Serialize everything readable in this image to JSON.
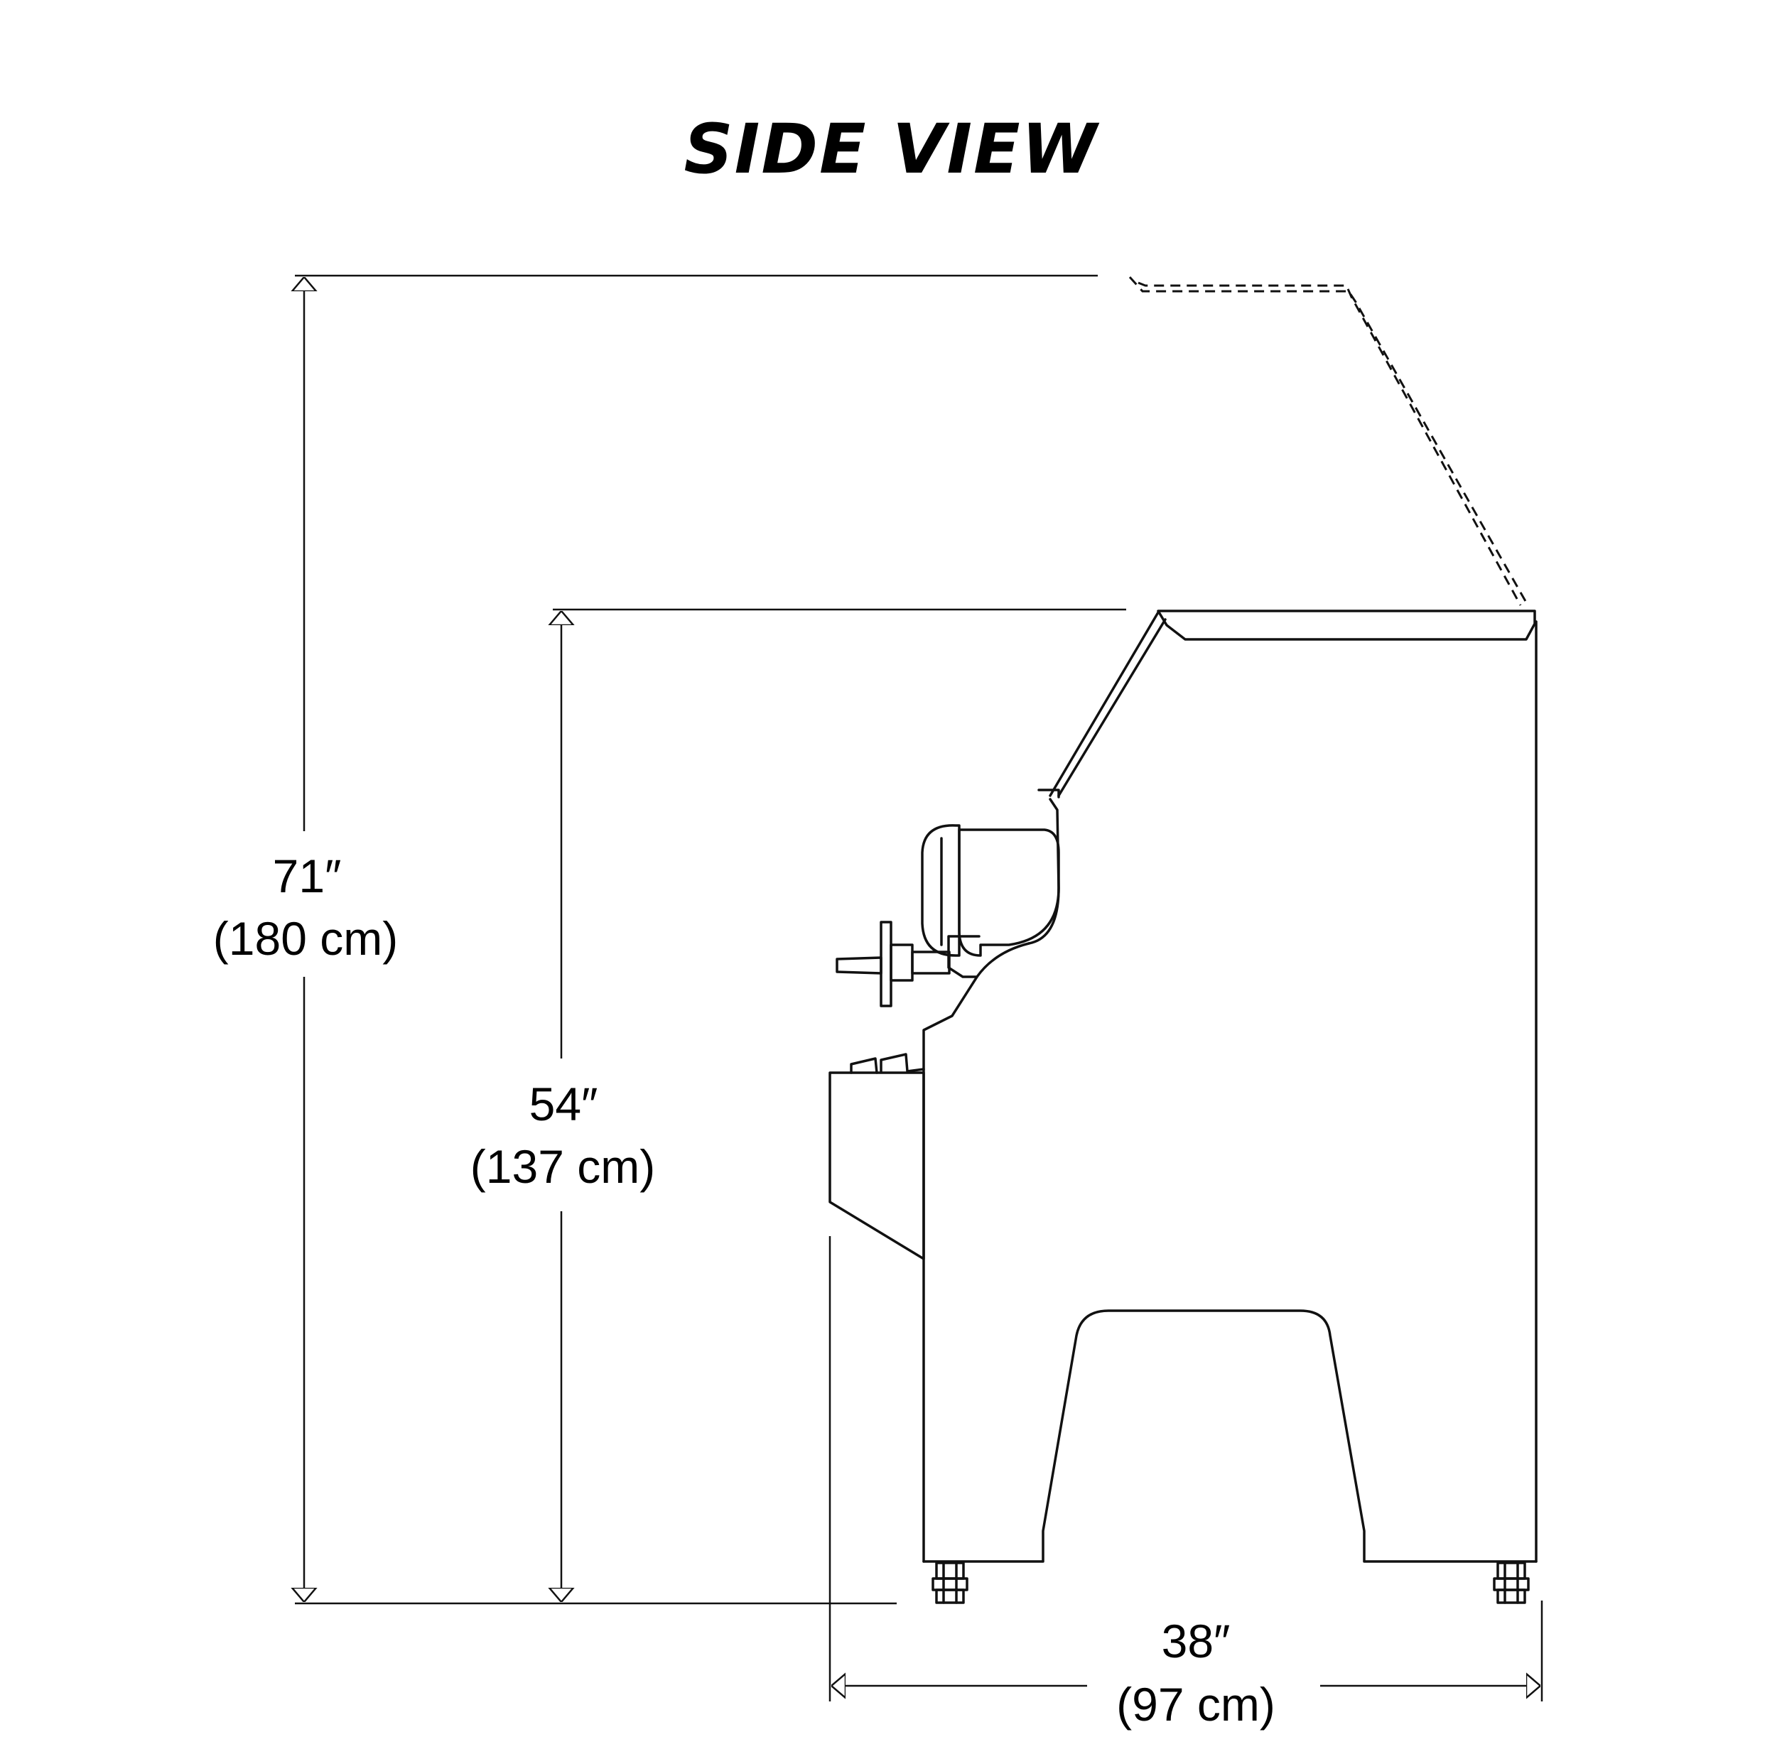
{
  "title": "SIDE VIEW",
  "dimensions": {
    "overall_height": {
      "imperial": "71″",
      "metric": "(180 cm)"
    },
    "counter_height": {
      "imperial": "54″",
      "metric": "(137 cm)"
    },
    "depth": {
      "imperial": "38″",
      "metric": "(97 cm)"
    }
  },
  "colors": {
    "line": "#111111",
    "background": "#ffffff"
  }
}
